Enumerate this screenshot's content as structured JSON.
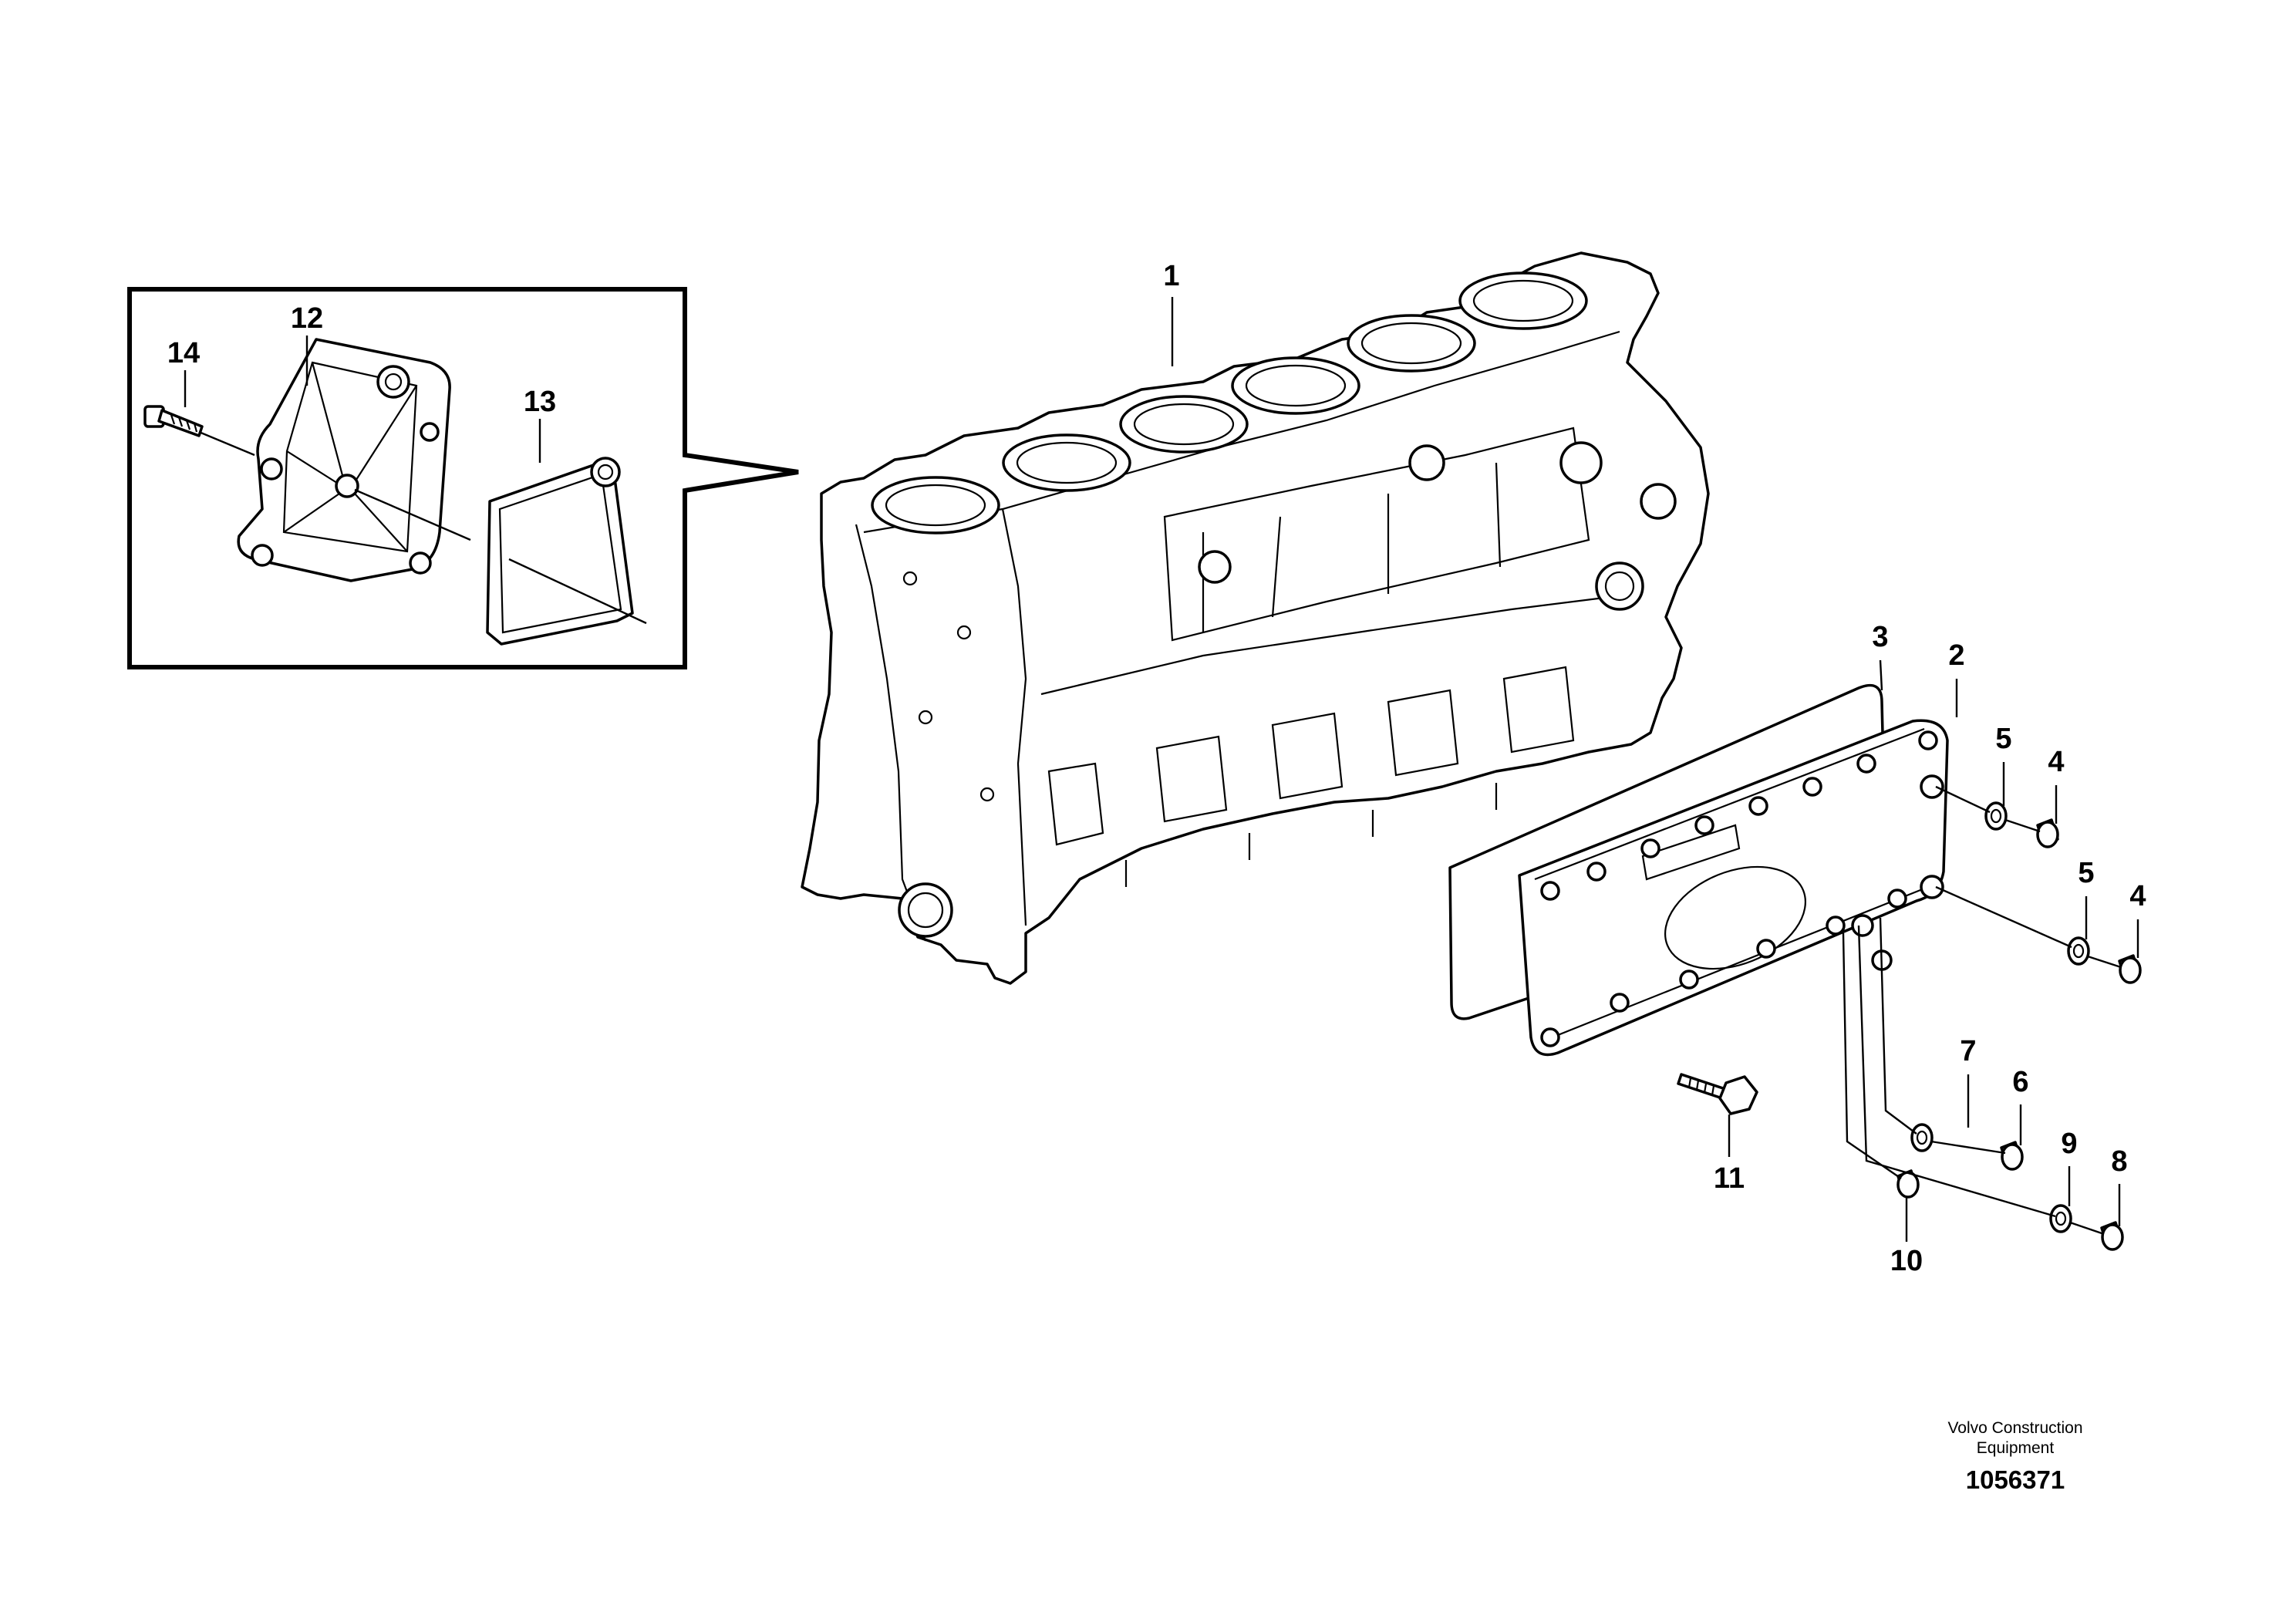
{
  "callouts": {
    "c1": "1",
    "c2": "2",
    "c3": "3",
    "c4a": "4",
    "c4b": "4",
    "c5a": "5",
    "c5b": "5",
    "c6": "6",
    "c7": "7",
    "c8": "8",
    "c9": "9",
    "c10": "10",
    "c11": "11",
    "c12": "12",
    "c13": "13",
    "c14": "14"
  },
  "footer": {
    "brand_line1": "Volvo Construction",
    "brand_line2": "Equipment",
    "drawing_number": "1056371"
  }
}
